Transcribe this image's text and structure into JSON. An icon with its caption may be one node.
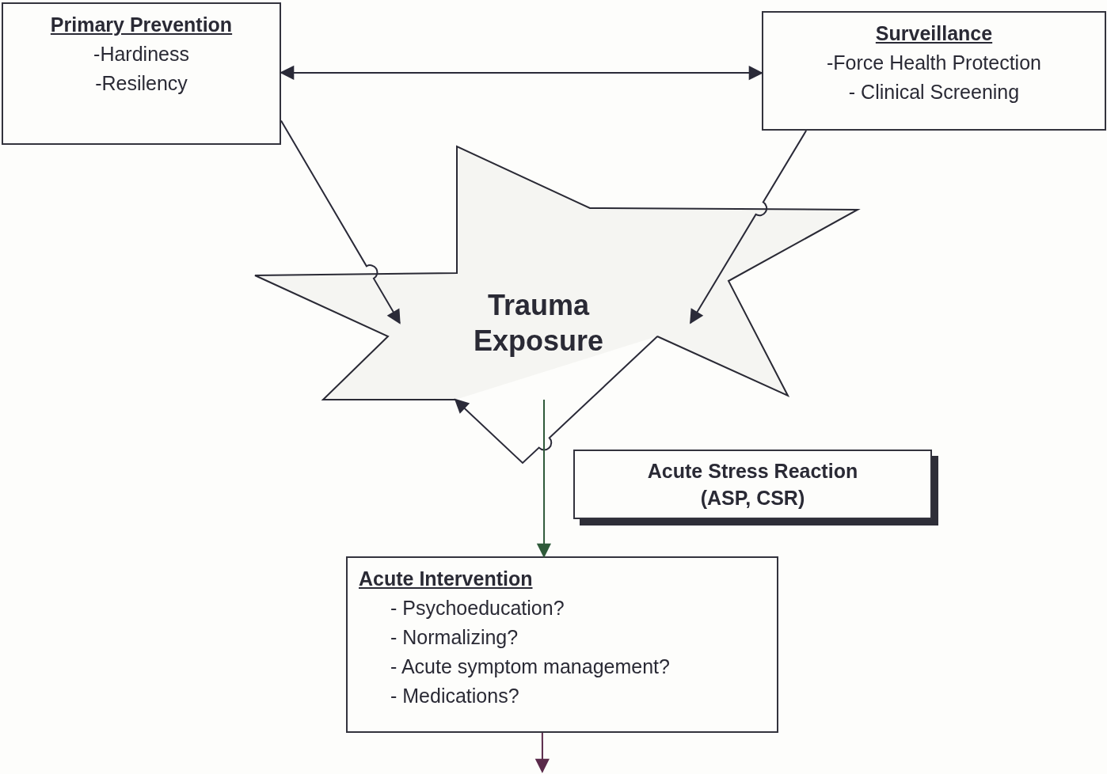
{
  "diagram": {
    "nodes": [
      {
        "text": [
          "Primary Prevention",
          "-Hardiness",
          "-Resilency"
        ]
      },
      {
        "text": [
          "Surveillance",
          "-Force Health Protection",
          "- Clinical Screening"
        ]
      },
      {
        "text": [
          "Trauma Exposure"
        ]
      },
      {
        "text": [
          "Acute Stress Reaction (ASP, CSR)"
        ]
      },
      {
        "text": [
          "Acute Intervention",
          "- Psychoeducation?",
          "- Normalizing?",
          "- Acute symptom management?",
          "- Medications?"
        ]
      }
    ],
    "edges": [
      {
        "from": 0,
        "to": 1,
        "arrow": "both"
      },
      {
        "from": 0,
        "to": 2,
        "arrow": "to"
      },
      {
        "from": 1,
        "to": 2,
        "arrow": "to"
      },
      {
        "from": 2,
        "to": 2,
        "arrow": "to"
      },
      {
        "from": 2,
        "to": 4,
        "arrow": "to",
        "color": "#2f5a3a"
      },
      {
        "from": 4,
        "to": null,
        "arrow": "to",
        "color": "#5a2a4a"
      }
    ]
  }
}
